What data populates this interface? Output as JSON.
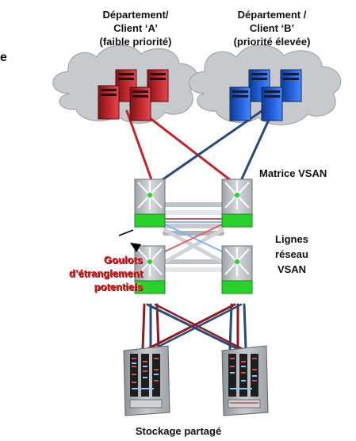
{
  "labels": {
    "dept_a": [
      "Département/",
      "Client ‘A’",
      "(faible priorité)"
    ],
    "dept_b": [
      "Département /",
      "Client ‘B’",
      "(priorité élevée)"
    ],
    "vsan_fabric": "Matrice VSAN",
    "vsan_links": [
      "Lignes",
      "réseau",
      "VSAN"
    ],
    "bottlenecks": [
      "Goulots",
      "d’étranglement",
      "potentiels"
    ],
    "shared_storage": "Stockage partagé",
    "stray_fragment": "e"
  },
  "colors": {
    "low_priority_red": "#c0272d",
    "high_priority_blue": "#1f5fd9",
    "cloud_gray": "#c7c9cc",
    "switch_green": "#2ad12a",
    "link_dark_blue": "#2a4a7a",
    "link_dark_red": "#8a1c22",
    "bottleneck_text": "#d42020"
  },
  "icons": {
    "cloud": "cloud-icon",
    "server": "server-tower-icon",
    "switch": "fabric-switch-icon",
    "storage": "storage-array-icon",
    "pointer": "arrow-pointer-icon"
  }
}
